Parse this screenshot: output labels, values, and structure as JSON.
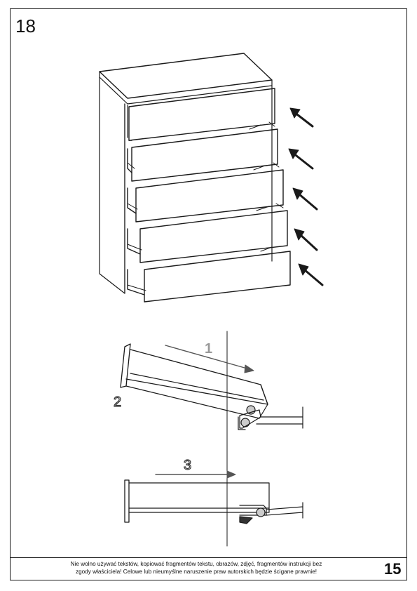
{
  "step_number": "18",
  "page_number": "15",
  "notice": {
    "line1": "Nie wolno używać tekstów, kopiować fragmentów tekstu, obrazów, zdjęć, fragmentów instrukcji bez",
    "line2": "zgody właściciela! Celowe lub nieumyślne naruszenie praw autorskich będzie ścigane prawnie!"
  },
  "callouts": {
    "first": "1",
    "second": "2",
    "third": "3"
  },
  "icons": {
    "push_arrows": "diagonal-arrow-icon",
    "runner_roller": "roller-wheel-icon"
  },
  "colors": {
    "ink": "#1a1a1a",
    "callout_gray": "#999999"
  }
}
